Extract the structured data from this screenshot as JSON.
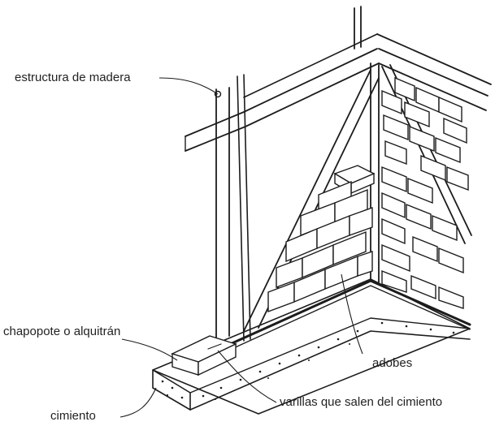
{
  "labels": {
    "wood_structure": "estructura de madera",
    "tar": "chapopote o alquitrán",
    "foundation": "cimiento",
    "adobes": "adobes",
    "rebars": "varillas que salen del cimiento"
  },
  "colors": {
    "ink": "#1c1c1c",
    "background": "#ffffff"
  }
}
